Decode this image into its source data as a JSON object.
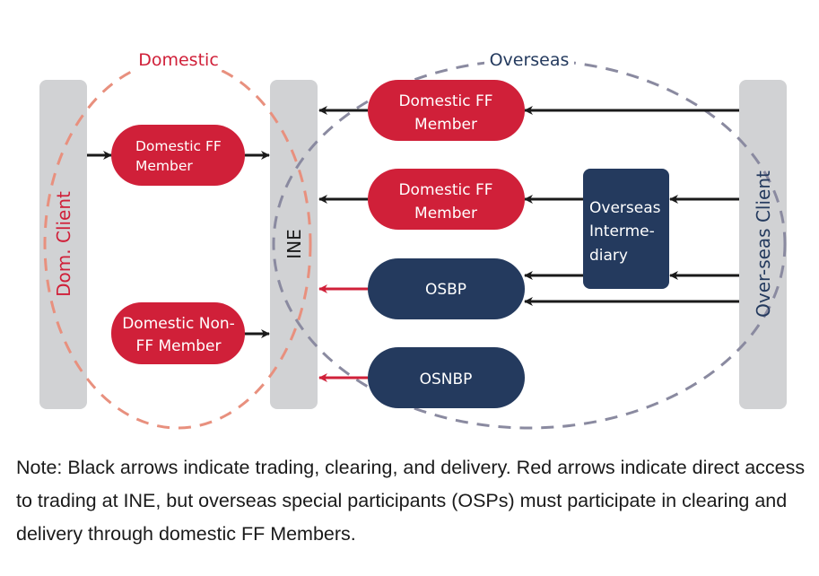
{
  "colors": {
    "domestic_red": "#d02039",
    "overseas_navy": "#243a5e",
    "bar_gray": "#d1d2d4",
    "domestic_dash": "#e8907e",
    "overseas_dash": "#8a8aa0",
    "black_arrow": "#1a1a1a",
    "red_arrow": "#d02039"
  },
  "regions": {
    "domestic_label": "Domestic",
    "overseas_label": "Overseas"
  },
  "bars": {
    "dom_client": "Dom. Client",
    "ine": "INE",
    "overseas_client": "Over-seas Client"
  },
  "nodes": {
    "domestic_ff_member_left": [
      "Domestic FF",
      "Member"
    ],
    "domestic_non_ff_member": [
      "Domestic Non-",
      "FF Member"
    ],
    "domestic_ff_member_top": [
      "Domestic FF",
      "Member"
    ],
    "domestic_ff_member_mid": [
      "Domestic FF",
      "Member"
    ],
    "osbp": [
      "OSBP"
    ],
    "osnbp": [
      "OSNBP"
    ],
    "overseas_intermediary": [
      "Overseas",
      "Interme-",
      "diary"
    ]
  },
  "legend": {
    "black_arrows": "trading, clearing, and delivery",
    "red_arrows": "direct access to trading at INE"
  },
  "note": "Note: Black arrows indicate trading, clearing, and delivery. Red arrows indicate direct access to trading at INE, but overseas special participants (OSPs) must participate in clearing and delivery through domestic FF Members."
}
